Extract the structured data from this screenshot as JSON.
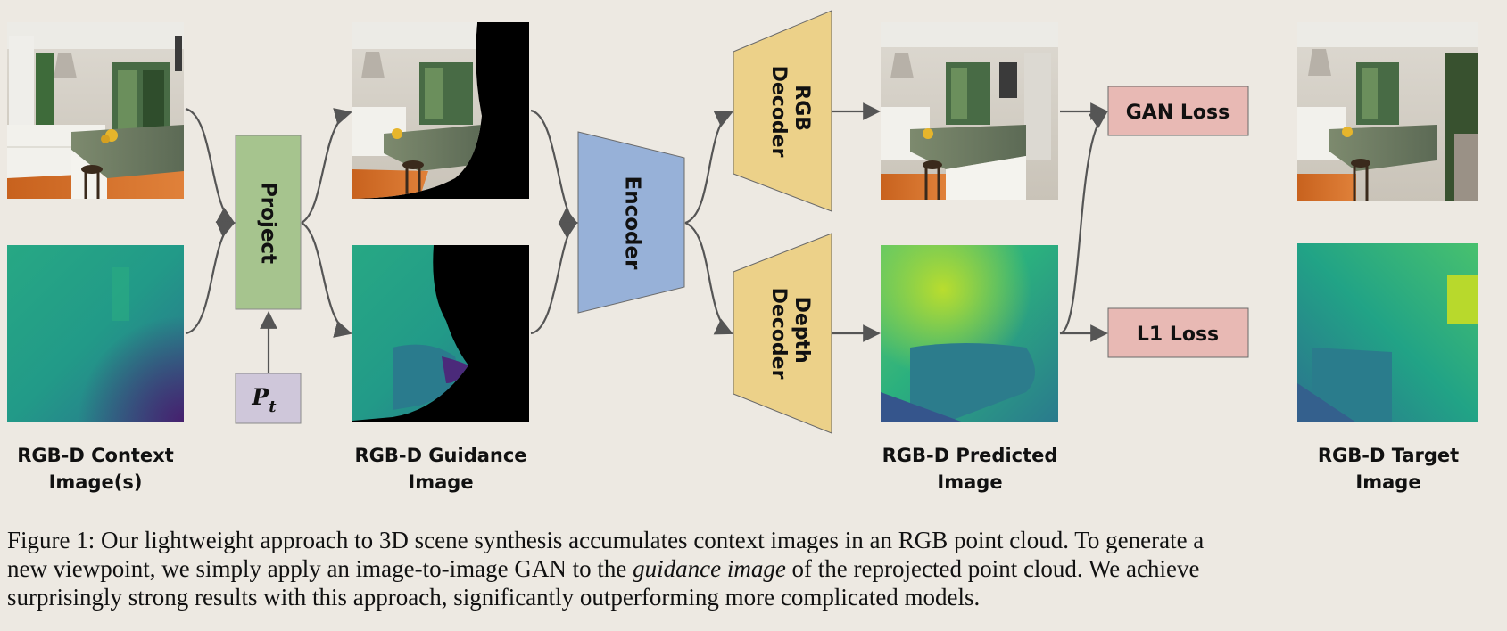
{
  "figure": {
    "blocks": {
      "project": "Project",
      "encoder": "Encoder",
      "rgb_decoder": [
        "RGB",
        "Decoder"
      ],
      "depth_decoder": [
        "Depth",
        "Decoder"
      ],
      "pose": "P",
      "pose_sub": "t",
      "gan_loss": "GAN Loss",
      "l1_loss": "L1 Loss"
    },
    "labels": {
      "context": [
        "RGB-D Context",
        "Image(s)"
      ],
      "guidance": [
        "RGB-D Guidance",
        "Image"
      ],
      "predicted": [
        "RGB-D Predicted",
        "Image"
      ],
      "target": [
        "RGB-D Target",
        "Image"
      ]
    }
  },
  "caption": {
    "line1": "Figure 1: Our lightweight approach to 3D scene synthesis accumulates context images in an RGB point cloud. To generate a",
    "line2_a": "new viewpoint, we simply apply an image-to-image GAN to the ",
    "line2_em": "guidance image",
    "line2_b": " of the reprojected point cloud. We achieve",
    "line3": "surprisingly strong results with this approach, significantly outperforming more complicated models."
  },
  "colors": {
    "background": "#ede9e2",
    "project": "#a6c48e",
    "encoder": "#97b1d8",
    "decoder": "#ecd189",
    "loss": "#e8b9b4",
    "pose": "#cfc7da",
    "arrow": "#555555"
  }
}
